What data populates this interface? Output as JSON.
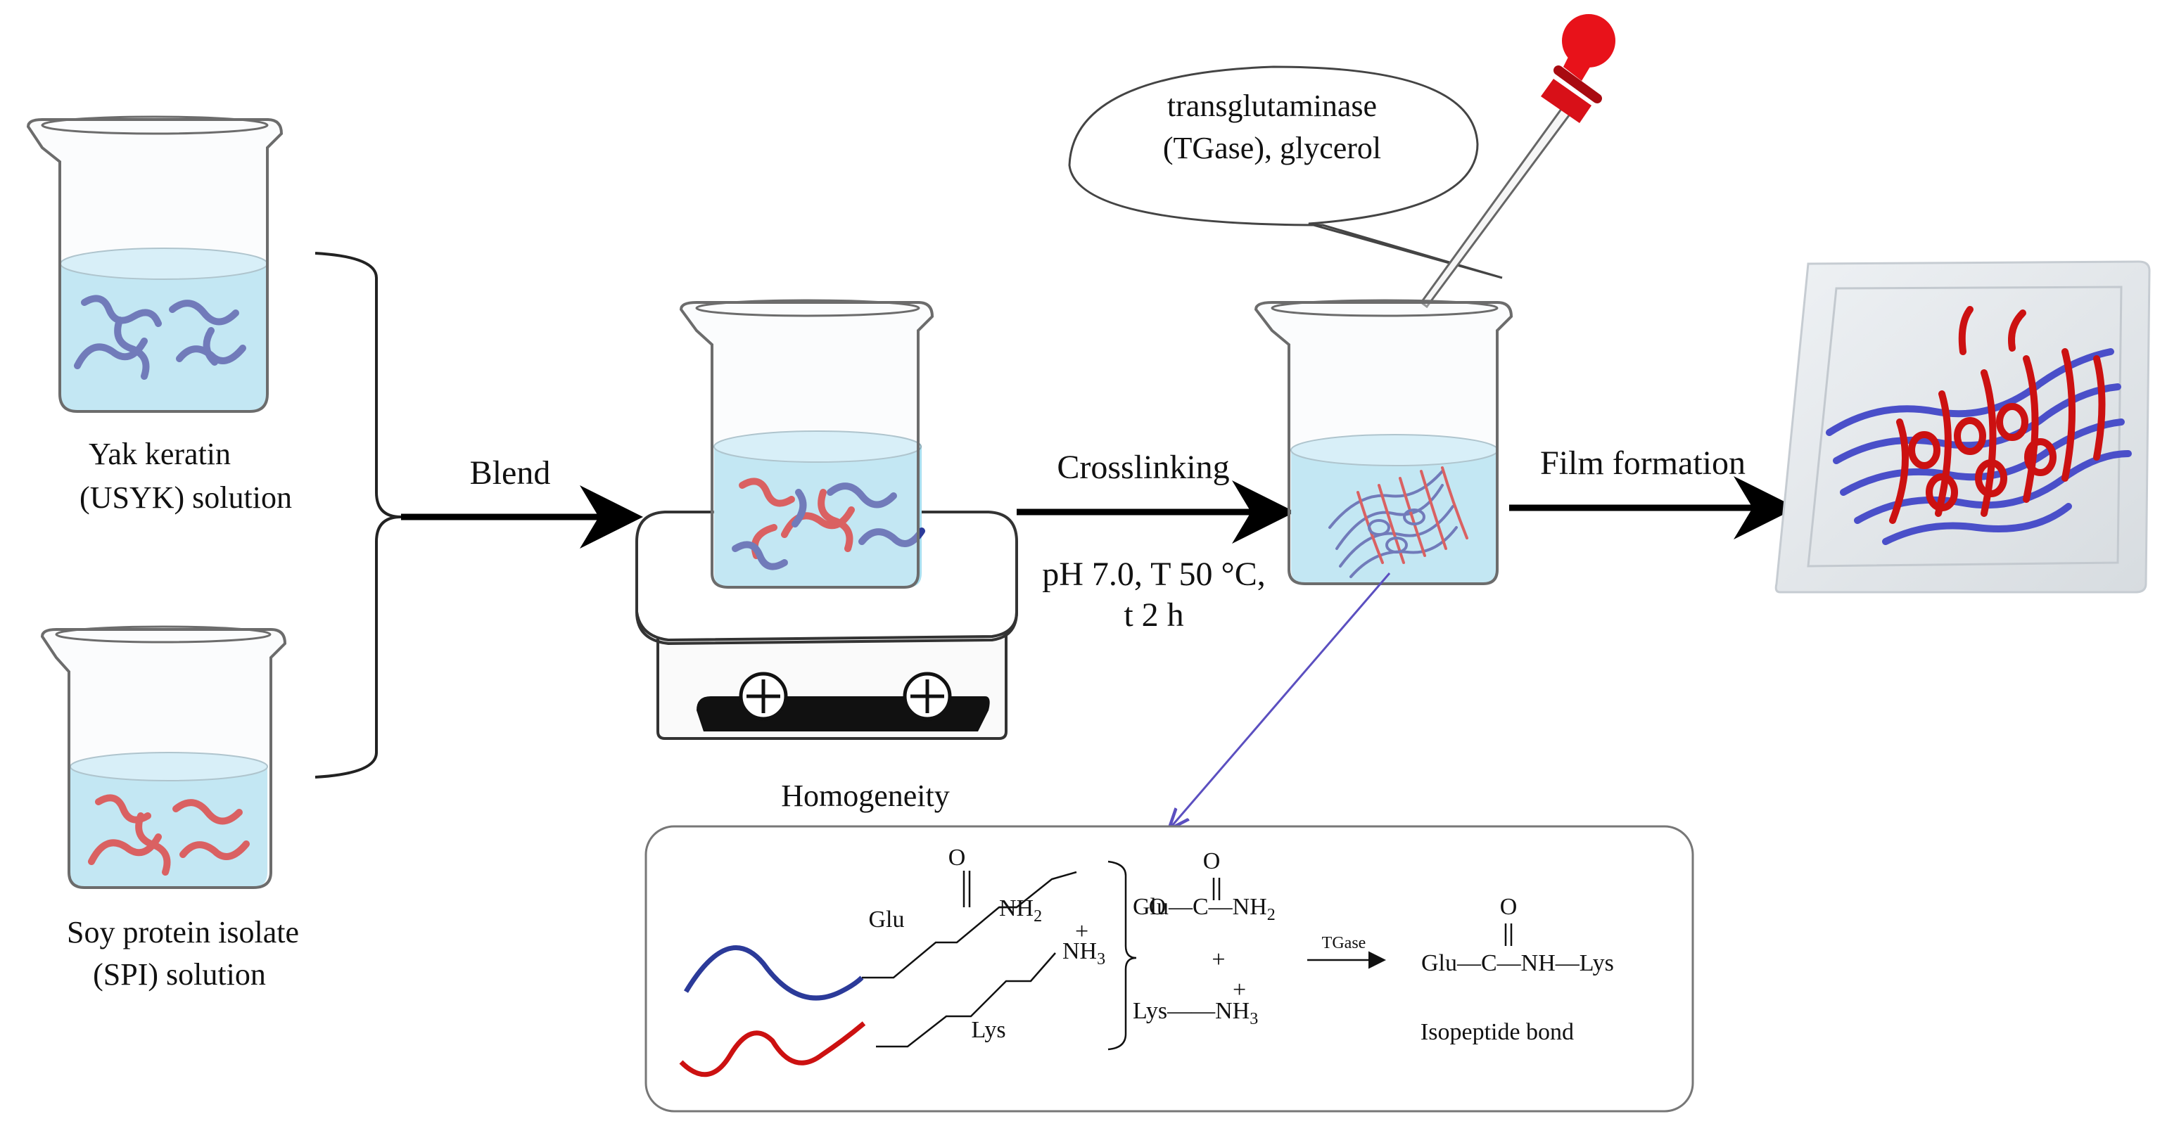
{
  "labels": {
    "yak_keratin_1": "Yak keratin",
    "yak_keratin_2": "(USYK) solution",
    "soy_1": "Soy protein isolate",
    "soy_2": "(SPI) solution",
    "blend": "Blend",
    "crosslinking": "Crosslinking",
    "condition_1": "pH 7.0, T 50 °C,",
    "condition_2": "t 2 h",
    "film_formation": "Film formation",
    "homogeneity": "Homogeneity",
    "bubble_1": "transglutaminase",
    "bubble_2": "(TGase), glycerol"
  },
  "reaction": {
    "glu": "Glu",
    "lys": "Lys",
    "o": "O",
    "nh2": "NH",
    "sub2": "2",
    "nh3": "NH",
    "sub3": "3",
    "plus": "+",
    "glu_c_nh2": "Glu—C—NH",
    "lys_nh3": "Lys——NH",
    "tgase": "TGase",
    "product": "Glu—C—NH—Lys",
    "isopeptide": "Isopeptide bond"
  },
  "colors": {
    "keratin_strand": "#2b3a99",
    "soy_strand": "#cc1111",
    "liquid": "#a9dff0",
    "dropper_bulb": "#e8121a"
  }
}
